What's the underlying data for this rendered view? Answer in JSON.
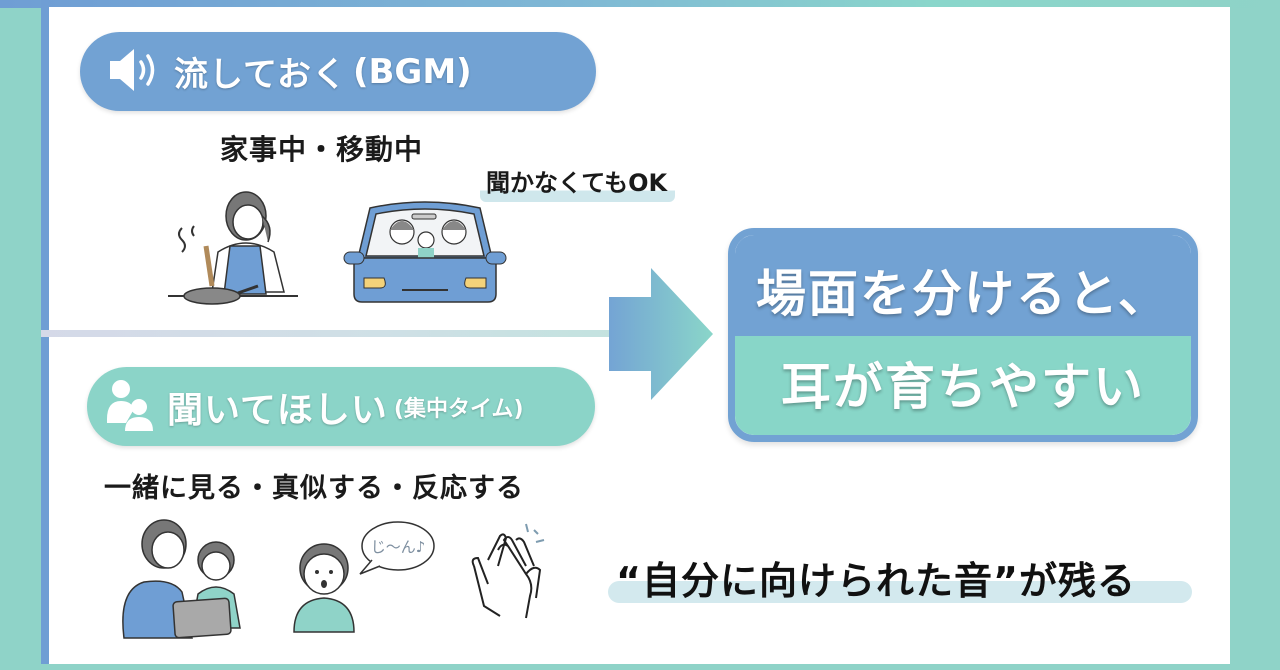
{
  "colors": {
    "background_teal": "#8fd3c8",
    "accent_blue": "#72a2d3",
    "accent_teal": "#88d6c8",
    "highlight": "#d3e9ee",
    "text_dark": "#1a1a1a"
  },
  "bgm_section": {
    "icon": "speaker-icon",
    "title": "流しておく",
    "subtitle": "(BGM)",
    "caption": "家事中・移動中",
    "note": "聞かなくてもOK",
    "illustrations": [
      "mother-cooking",
      "family-in-car"
    ]
  },
  "focus_section": {
    "icon": "parent-child-icon",
    "title": "聞いてほしい",
    "subtitle": "(集中タイム)",
    "caption": "一緒に見る・真似する・反応する",
    "speech_bubble": "じ〜ん♪",
    "illustrations": [
      "parent-child-tablet",
      "child-with-speech-bubble",
      "clapping-hands"
    ]
  },
  "conclusion": {
    "line1": "場面を分けると、",
    "line2": "耳が育ちやすい"
  },
  "result": {
    "text": "“自分に向けられた音”が残る"
  }
}
